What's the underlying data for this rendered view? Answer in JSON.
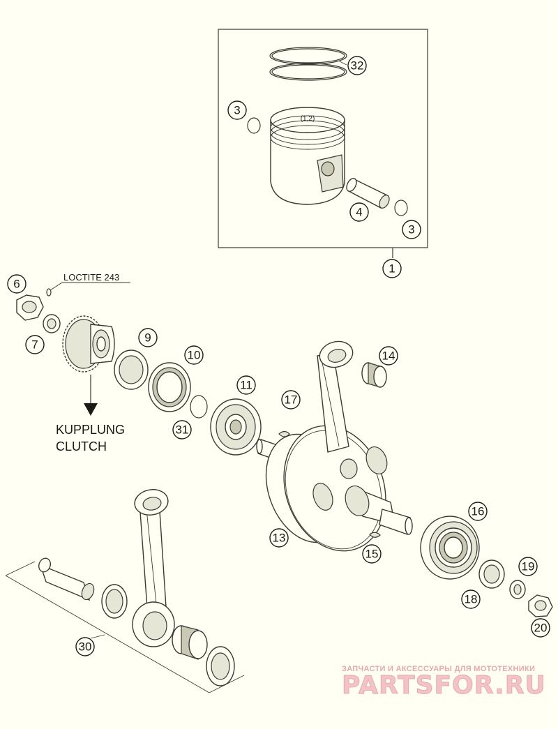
{
  "labels": {
    "loctite": "LOCTITE 243",
    "clutch_de": "KUPPLUNG",
    "clutch_en": "CLUTCH",
    "piston_mark": "(1,2)"
  },
  "callouts": {
    "c32": "32",
    "c3a": "3",
    "c3b": "3",
    "c4": "4",
    "c1": "1",
    "c6": "6",
    "c7": "7",
    "c9": "9",
    "c10": "10",
    "c11": "11",
    "c31": "31",
    "c17": "17",
    "c14": "14",
    "c13": "13",
    "c15": "15",
    "c16": "16",
    "c19": "19",
    "c18": "18",
    "c20": "20",
    "c30": "30"
  },
  "watermark": {
    "subtitle": "ЗАПЧАСТИ И АКСЕССУАРЫ ДЛЯ МОТОТЕХНИКИ",
    "brand": "PARTSFOR.RU"
  }
}
